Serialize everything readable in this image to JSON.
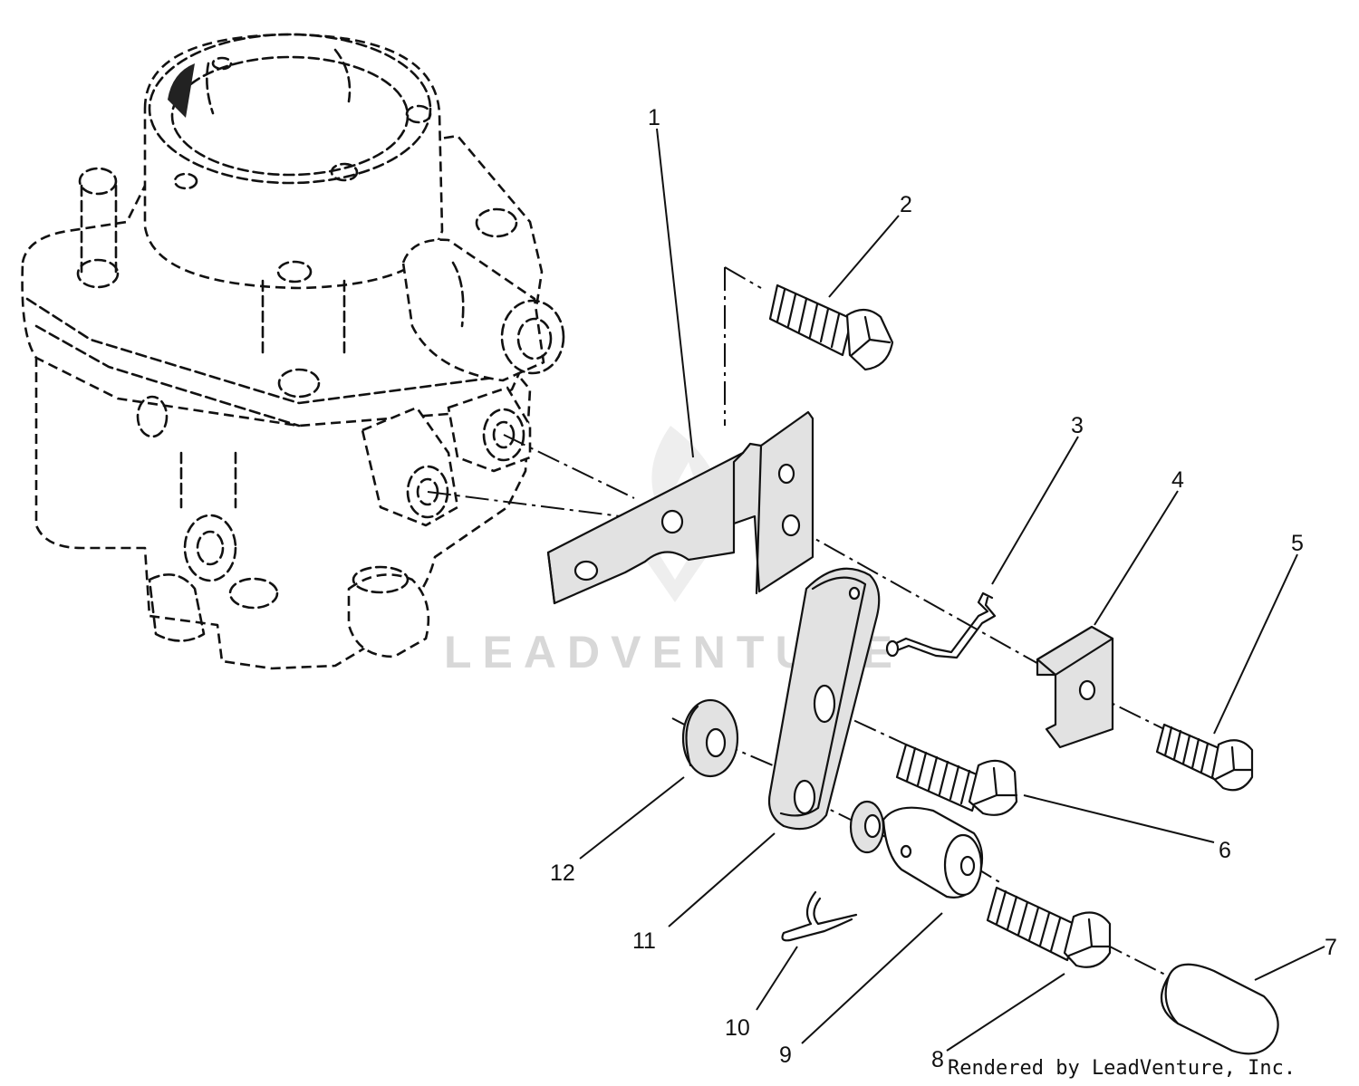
{
  "callouts": [
    {
      "id": "1",
      "label": "1"
    },
    {
      "id": "2",
      "label": "2"
    },
    {
      "id": "3",
      "label": "3"
    },
    {
      "id": "4",
      "label": "4"
    },
    {
      "id": "5",
      "label": "5"
    },
    {
      "id": "6",
      "label": "6"
    },
    {
      "id": "7",
      "label": "7"
    },
    {
      "id": "8",
      "label": "8"
    },
    {
      "id": "9",
      "label": "9"
    },
    {
      "id": "10",
      "label": "10"
    },
    {
      "id": "11",
      "label": "11"
    },
    {
      "id": "12",
      "label": "12"
    }
  ],
  "watermark": "LEADVENTURE",
  "credit": "Rendered by LeadVenture, Inc."
}
